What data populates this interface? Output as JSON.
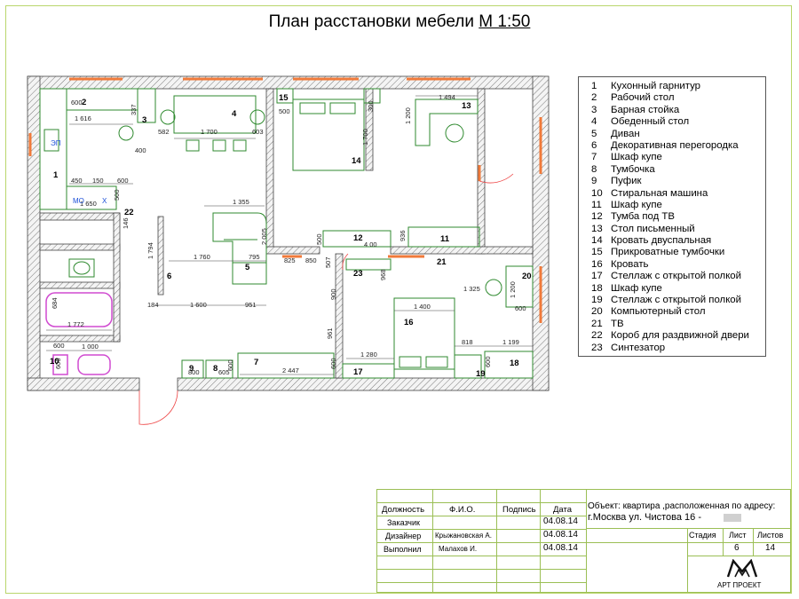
{
  "title": {
    "text": "План расстановки мебели",
    "scale": "М 1:50"
  },
  "legend": [
    {
      "num": "1",
      "label": "Кухонный гарнитур"
    },
    {
      "num": "2",
      "label": "Рабочий стол"
    },
    {
      "num": "3",
      "label": "Барная стойка"
    },
    {
      "num": "4",
      "label": "Обеденный стол"
    },
    {
      "num": "5",
      "label": "Диван"
    },
    {
      "num": "6",
      "label": "Декоративная перегородка"
    },
    {
      "num": "7",
      "label": "Шкаф купе"
    },
    {
      "num": "8",
      "label": "Тумбочка"
    },
    {
      "num": "9",
      "label": "Пуфик"
    },
    {
      "num": "10",
      "label": "Стиральная машина"
    },
    {
      "num": "11",
      "label": "Шкаф купе"
    },
    {
      "num": "12",
      "label": "Тумба под ТВ"
    },
    {
      "num": "13",
      "label": "Стол письменный"
    },
    {
      "num": "14",
      "label": "Кровать двуспальная"
    },
    {
      "num": "15",
      "label": "Прикроватные тумбочки"
    },
    {
      "num": "16",
      "label": "Кровать"
    },
    {
      "num": "17",
      "label": "Стеллаж с открытой полкой"
    },
    {
      "num": "18",
      "label": "Шкаф купе"
    },
    {
      "num": "19",
      "label": "Стеллаж с открытой полкой"
    },
    {
      "num": "20",
      "label": "Компьютерный стол"
    },
    {
      "num": "21",
      "label": "ТВ"
    },
    {
      "num": "22",
      "label": "Короб для раздвижной двери"
    },
    {
      "num": "23",
      "label": "Синтезатор"
    }
  ],
  "plan": {
    "item_numbers": [
      "1",
      "2",
      "3",
      "4",
      "5",
      "6",
      "7",
      "8",
      "9",
      "10",
      "11",
      "12",
      "13",
      "14",
      "15",
      "16",
      "17",
      "18",
      "19",
      "20",
      "21",
      "22",
      "23"
    ],
    "dimensions": [
      "600",
      "1 616",
      "337",
      "582",
      "1 700",
      "603",
      "400",
      "500",
      "300",
      "1 700",
      "1 494",
      "1 200",
      "450",
      "150",
      "600",
      "500",
      "1 650",
      "146",
      "1 355",
      "2 005",
      "1 794",
      "1 760",
      "795",
      "825",
      "850",
      "507",
      "968",
      "4 00",
      "500",
      "936",
      "1 400",
      "1 325",
      "1 200",
      "600",
      "900",
      "961",
      "184",
      "1 600",
      "951",
      "684",
      "1 772",
      "1 280",
      "818",
      "1 199",
      "600",
      "1 000",
      "800",
      "600",
      "605",
      "600",
      "2 447",
      "600",
      "600"
    ],
    "labels": {
      "ep": "ЭП",
      "mo": "МО",
      "x": "Х"
    }
  },
  "title_block": {
    "headers": {
      "position": "Должность",
      "name": "Ф.И.О.",
      "signature": "Подпись",
      "date": "Дата"
    },
    "rows": [
      {
        "role": "Заказчик",
        "name": "",
        "date": "04.08.14"
      },
      {
        "role": "Дизайнер",
        "name": "Крыжановская А.",
        "date": "04.08.14"
      },
      {
        "role": "Выполнил",
        "name": "Малахов И.",
        "date": "04.08.14"
      }
    ],
    "object_line1": "Объект: квартира ,расположенная по адресу:",
    "object_line2": "г.Москва ул. Чистова 16 -",
    "stage_label": "Стадия",
    "sheet_label": "Лист",
    "sheets_label": "Листов",
    "stage": "",
    "sheet": "6",
    "sheets": "14",
    "company": "АРТ ПРОЕКТ"
  }
}
